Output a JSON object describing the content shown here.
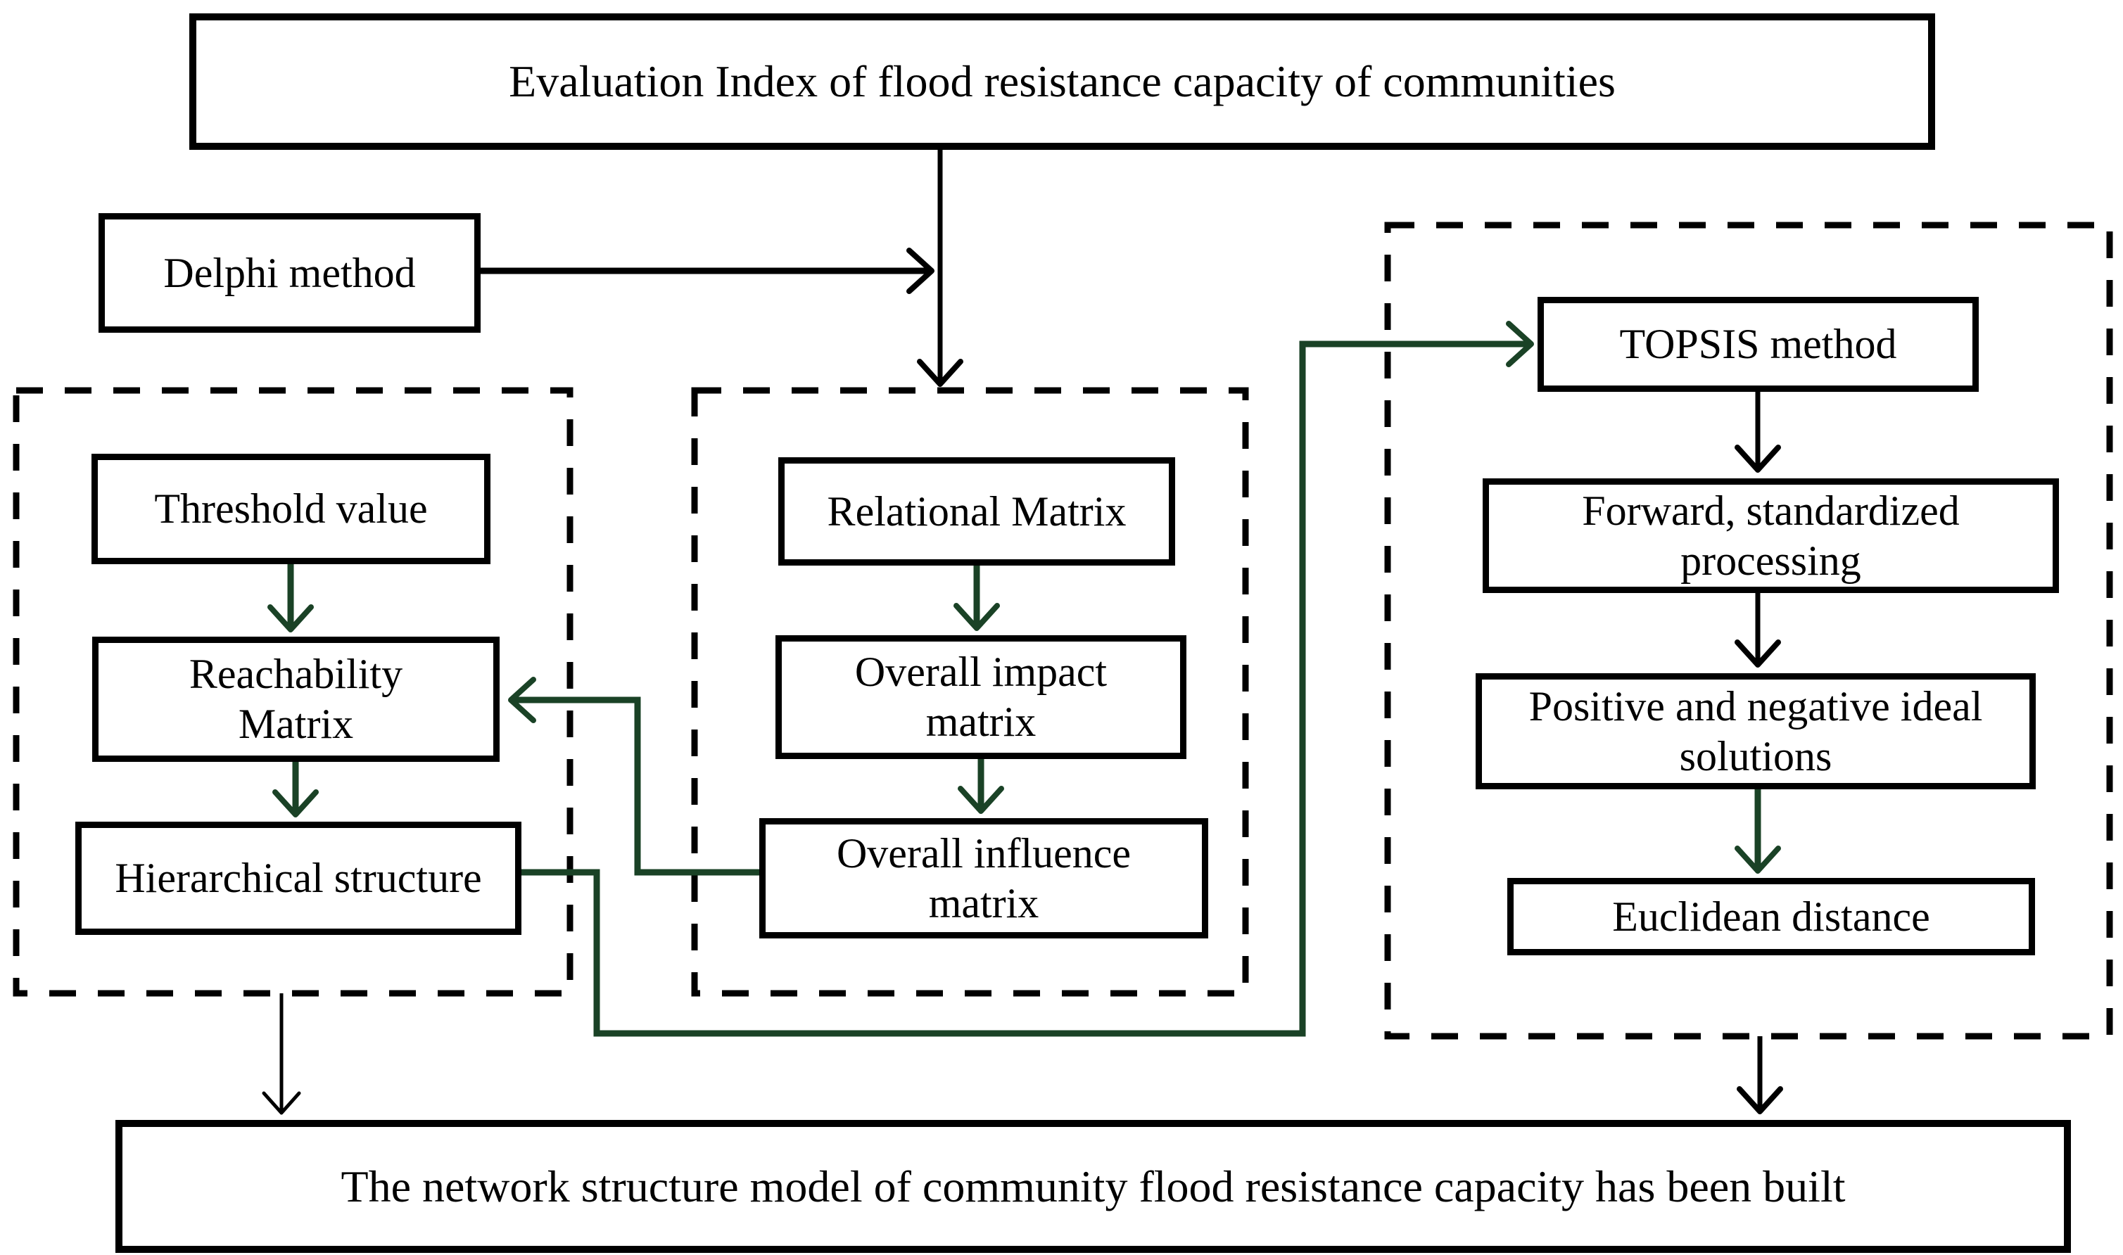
{
  "nodes": {
    "evaluation_index": {
      "label": "Evaluation Index of flood resistance capacity of communities"
    },
    "delphi": {
      "label": "Delphi method"
    },
    "threshold": {
      "label": "Threshold value"
    },
    "reachability": {
      "label": "Reachability\nMatrix"
    },
    "hierarchical": {
      "label": "Hierarchical structure"
    },
    "relational": {
      "label": "Relational Matrix"
    },
    "overall_impact": {
      "label": "Overall impact\nmatrix"
    },
    "overall_influence": {
      "label": "Overall influence\nmatrix"
    },
    "topsis": {
      "label": "TOPSIS method"
    },
    "forward_processing": {
      "label": "Forward, standardized\nprocessing"
    },
    "ideal_solutions": {
      "label": "Positive and negative ideal\nsolutions"
    },
    "euclidean": {
      "label": "Euclidean distance"
    },
    "network_model": {
      "label": "The network structure model of community flood resistance capacity has been built"
    }
  },
  "colors": {
    "black": "#000000",
    "green_arrow": "#1a4226",
    "background": "#ffffff"
  },
  "connections": [
    {
      "from": "evaluation_index",
      "to": "dematel_group",
      "color": "black"
    },
    {
      "from": "delphi",
      "to": "evaluation_index_arrow",
      "color": "black"
    },
    {
      "from": "threshold",
      "to": "reachability",
      "color": "green"
    },
    {
      "from": "reachability",
      "to": "hierarchical",
      "color": "green"
    },
    {
      "from": "relational",
      "to": "overall_impact",
      "color": "green"
    },
    {
      "from": "overall_impact",
      "to": "overall_influence",
      "color": "green"
    },
    {
      "from": "overall_influence",
      "to": "reachability",
      "color": "green"
    },
    {
      "from": "hierarchical",
      "to": "topsis",
      "color": "green"
    },
    {
      "from": "topsis",
      "to": "forward_processing",
      "color": "black"
    },
    {
      "from": "forward_processing",
      "to": "ideal_solutions",
      "color": "black"
    },
    {
      "from": "ideal_solutions",
      "to": "euclidean",
      "color": "green"
    },
    {
      "from": "ism_group",
      "to": "network_model",
      "color": "black"
    },
    {
      "from": "topsis_group",
      "to": "network_model",
      "color": "black"
    }
  ]
}
